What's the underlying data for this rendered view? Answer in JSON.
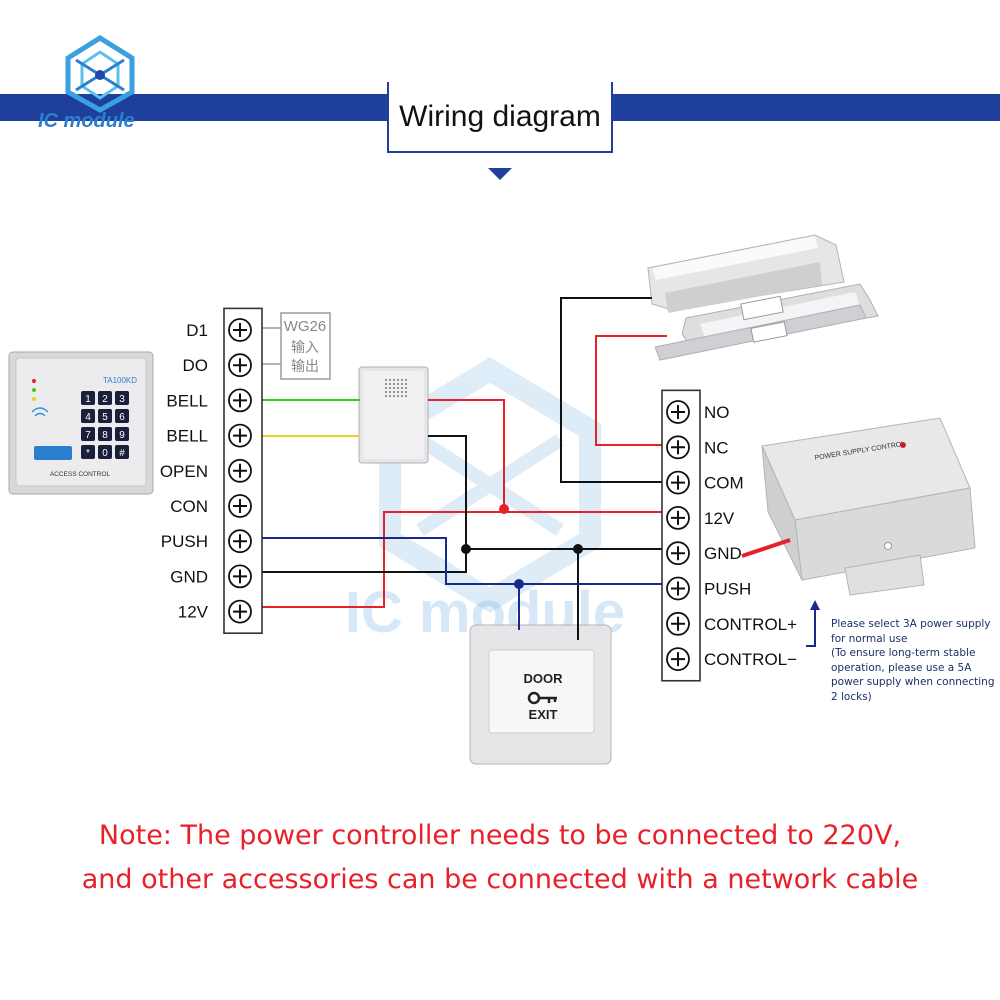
{
  "brand": {
    "name": "IC module",
    "accent": "#1f4aa8"
  },
  "header": {
    "title": "Wiring diagram"
  },
  "watermark": {
    "text": "IC module"
  },
  "keypad": {
    "model": "TA100KD",
    "footer": "ACCESS CONTROL",
    "keys": [
      "1",
      "2",
      "3",
      "4",
      "5",
      "6",
      "7",
      "8",
      "9",
      "*",
      "0",
      "#"
    ]
  },
  "wg26": {
    "title": "WG26",
    "line1": "输入",
    "line2": "输出"
  },
  "left_terminals": [
    "D1",
    "DO",
    "BELL",
    "BELL",
    "OPEN",
    "CON",
    "PUSH",
    "GND",
    "12V"
  ],
  "right_terminals": [
    "NO",
    "NC",
    "COM",
    "12V",
    "GND",
    "PUSH",
    "CONTROL+",
    "CONTROL−"
  ],
  "exit_button": {
    "line1": "DOOR",
    "line2": "EXIT"
  },
  "power_supply": {
    "label": "POWER SUPPLY CONTROL"
  },
  "side_note": {
    "line1": "Please select 3A power supply for normal use",
    "line2": "(To ensure long-term stable operation, please use a 5A power supply when connecting 2 locks)"
  },
  "note": {
    "line1": "Note: The power controller needs to be connected to 220V,",
    "line2": "and other accessories can be connected with a network cable"
  },
  "colors": {
    "red": "#e8202a",
    "navy": "#1a2a8c",
    "black": "#111111",
    "green": "#33cc22",
    "yellow": "#e6d020"
  }
}
